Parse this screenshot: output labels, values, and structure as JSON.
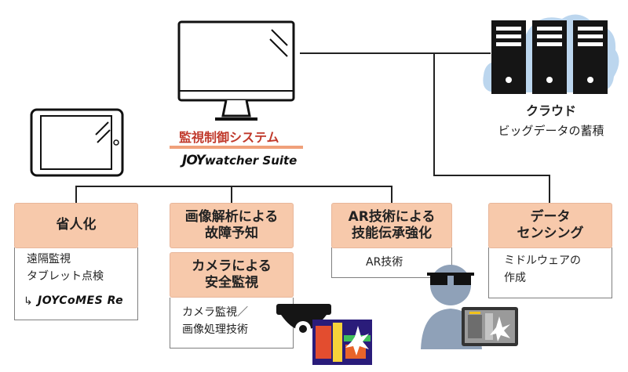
{
  "system": {
    "title": "監視制御システム",
    "brand_prefix": "JOY",
    "brand_word": "watcher",
    "brand_suffix": "Suite"
  },
  "cloud": {
    "title": "クラウド",
    "subtitle": "ビッグデータの蓄積"
  },
  "boxes": [
    {
      "id": "labor-saving",
      "title": "省人化",
      "items": "遠隔監視\nタブレット点検",
      "brand": "JOYCoMES Re",
      "arrow": "↳"
    },
    {
      "id": "image-analysis",
      "title": "画像解析による\n故障予知"
    },
    {
      "id": "camera-safety",
      "title": "カメラによる\n安全監視",
      "items": "カメラ監視／\n画像処理技術"
    },
    {
      "id": "ar-skill",
      "title": "AR技術による\n技能伝承強化",
      "items": "AR技術"
    },
    {
      "id": "data-sensing",
      "title": "データ\nセンシング",
      "items": "ミドルウェアの\n作成"
    }
  ],
  "colors": {
    "box_fill": "#f7c9ab",
    "title_red": "#c0392b",
    "cloud_blue": "#bcd6ee",
    "server_dark": "#151515",
    "person_blue": "#8fa1b8"
  }
}
